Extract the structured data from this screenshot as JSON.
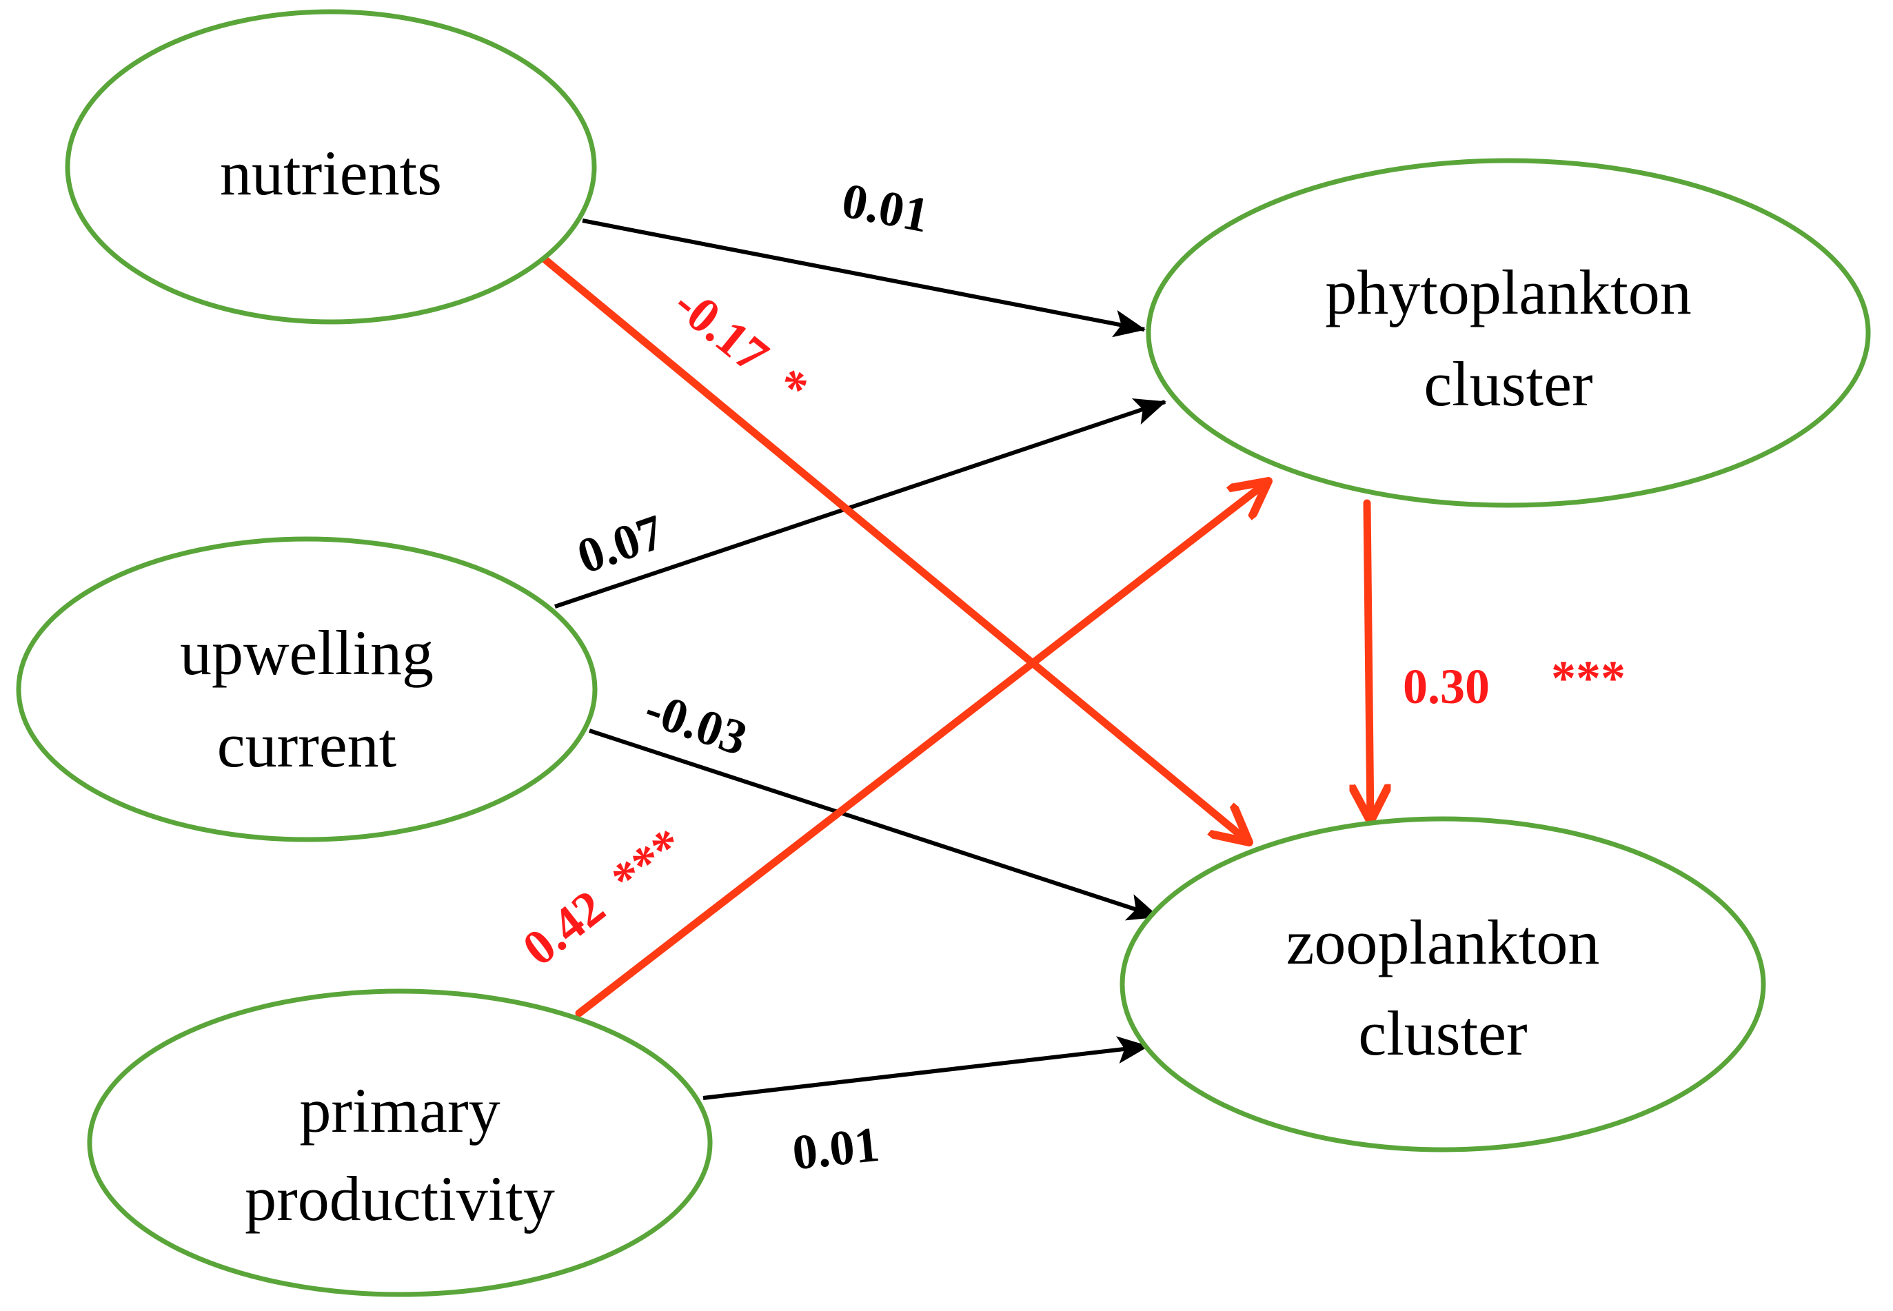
{
  "nodes": {
    "nutrients": {
      "label_lines": [
        "nutrients"
      ]
    },
    "upwelling": {
      "label_lines": [
        "upwelling",
        "current"
      ]
    },
    "primary": {
      "label_lines": [
        "primary",
        "productivity"
      ]
    },
    "phyto": {
      "label_lines": [
        "phytoplankton",
        "cluster"
      ]
    },
    "zoo": {
      "label_lines": [
        "zooplankton",
        "cluster"
      ]
    }
  },
  "edges": [
    {
      "id": "nutrients-phyto",
      "from": "nutrients",
      "to": "phyto",
      "coefficient": "0.01",
      "significance": "",
      "significant": false
    },
    {
      "id": "nutrients-zoo",
      "from": "nutrients",
      "to": "zoo",
      "coefficient": "-0.17",
      "significance": "*",
      "significant": true
    },
    {
      "id": "upwelling-phyto",
      "from": "upwelling",
      "to": "phyto",
      "coefficient": "0.07",
      "significance": "",
      "significant": false
    },
    {
      "id": "upwelling-zoo",
      "from": "upwelling",
      "to": "zoo",
      "coefficient": "-0.03",
      "significance": "",
      "significant": false
    },
    {
      "id": "primary-phyto",
      "from": "primary",
      "to": "phyto",
      "coefficient": "0.42",
      "significance": "***",
      "significant": true
    },
    {
      "id": "primary-zoo",
      "from": "primary",
      "to": "zoo",
      "coefficient": "0.01",
      "significance": "",
      "significant": false
    },
    {
      "id": "phyto-zoo",
      "from": "phyto",
      "to": "zoo",
      "coefficient": "0.30",
      "significance": "***",
      "significant": true
    }
  ],
  "colors": {
    "node_border": "#5aa53a",
    "significant_edge": "#ff3b14",
    "significant_label": "#ff1a1a",
    "plain_edge": "#000000"
  }
}
